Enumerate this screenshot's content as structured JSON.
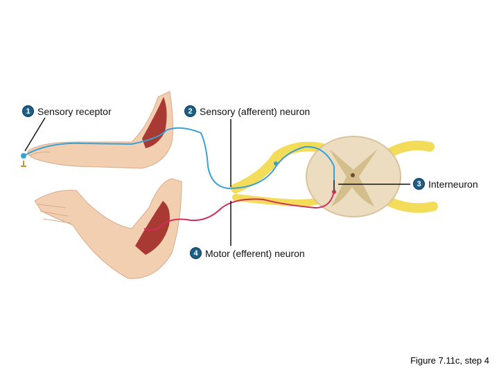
{
  "labels": {
    "step1": {
      "number": "1",
      "text": "Sensory receptor"
    },
    "step2": {
      "number": "2",
      "text": "Sensory (afferent) neuron"
    },
    "step3": {
      "number": "3",
      "text": "Interneuron"
    },
    "step4": {
      "number": "4",
      "text": "Motor (efferent) neuron"
    }
  },
  "caption": "Figure 7.11c, step 4",
  "colors": {
    "sensory_neuron": "#3aa0d4",
    "motor_neuron": "#d12e5a",
    "nerve": "#f2dc5a",
    "skin": "#f3cfb1",
    "muscle": "#a83a33",
    "spinal_cord": "#ecdcc0",
    "grey_matter": "#d4bf8c"
  }
}
